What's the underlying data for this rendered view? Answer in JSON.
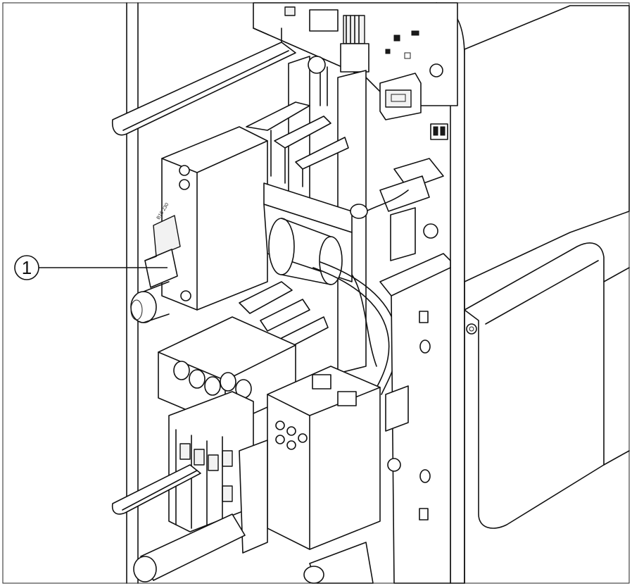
{
  "callouts": [
    {
      "number": "1",
      "target": "circuit-breaker-lever"
    }
  ],
  "part_marking": "B16 230",
  "icons": {
    "callout": "circled-number",
    "connector": "rj45-socket"
  }
}
